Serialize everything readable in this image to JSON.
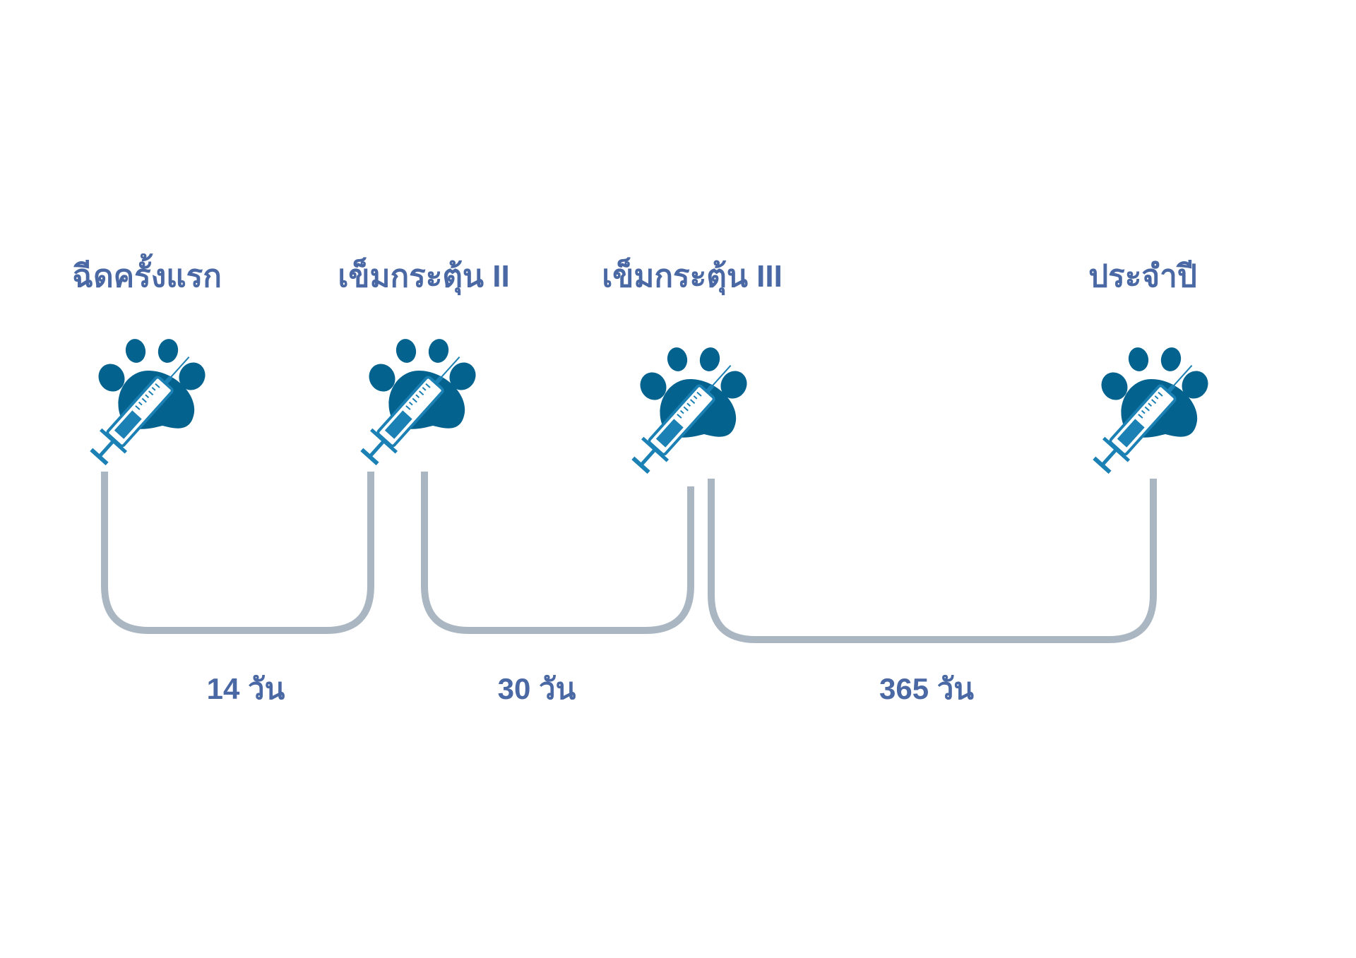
{
  "colors": {
    "text": "#4a69a4",
    "paw": "#04628e",
    "syringe": "#1b80b3",
    "connector": "#aab7c2",
    "background": "#ffffff"
  },
  "stages": [
    {
      "label": "ฉีดครั้งแรก",
      "icon": "paw-syringe-icon"
    },
    {
      "label": "เข็มกระตุ้น II",
      "icon": "paw-syringe-icon"
    },
    {
      "label": "เข็มกระตุ้น III",
      "icon": "paw-syringe-icon"
    },
    {
      "label": "ประจำปี",
      "icon": "paw-syringe-icon"
    }
  ],
  "intervals": [
    {
      "label": "14 วัน"
    },
    {
      "label": "30 วัน"
    },
    {
      "label": "365 วัน"
    }
  ]
}
